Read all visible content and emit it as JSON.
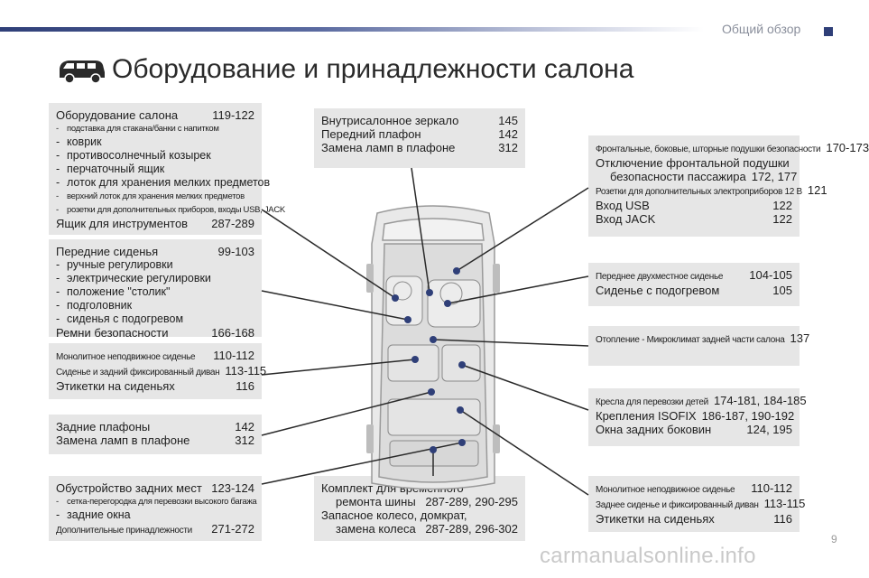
{
  "header": {
    "section": "Общий обзор",
    "title": "Оборудование и принадлежности салона"
  },
  "boxes": {
    "b1": [
      {
        "t": "Оборудование салона",
        "p": "119-122"
      },
      {
        "t": "подставка для стакана/банки с напитком",
        "p": "",
        "dash": true,
        "cond": true
      },
      {
        "t": "коврик",
        "p": "",
        "dash": true
      },
      {
        "t": "противосолнечный козырек",
        "p": "",
        "dash": true
      },
      {
        "t": "перчаточный ящик",
        "p": "",
        "dash": true
      },
      {
        "t": "лоток для хранения мелких предметов",
        "p": "",
        "dash": true,
        "small": true
      },
      {
        "t": "верхний лоток для хранения мелких предметов",
        "p": "",
        "dash": true,
        "cond": true
      },
      {
        "t": "розетки для дополнительных приборов, входы USB, JACK",
        "p": "",
        "dash": true,
        "cond": true
      },
      {
        "t": "Ящик для инструментов",
        "p": "287-289"
      }
    ],
    "b2": [
      {
        "t": "Передние сиденья",
        "p": "99-103"
      },
      {
        "t": "ручные регулировки",
        "p": "",
        "dash": true
      },
      {
        "t": "электрические регулировки",
        "p": "",
        "dash": true
      },
      {
        "t": "положение \"столик\"",
        "p": "",
        "dash": true
      },
      {
        "t": "подголовник",
        "p": "",
        "dash": true
      },
      {
        "t": "сиденья с подогревом",
        "p": "",
        "dash": true
      },
      {
        "t": "Ремни безопасности",
        "p": "166-168"
      }
    ],
    "b3": [
      {
        "t": "Монолитное неподвижное сиденье",
        "p": "110-112",
        "cond": true
      },
      {
        "t": "Сиденье и задний фиксированный диван",
        "p": "113-115",
        "cond": true
      },
      {
        "t": "Этикетки на сиденьях",
        "p": "116"
      }
    ],
    "b4": [
      {
        "t": "Задние плафоны",
        "p": "142"
      },
      {
        "t": "Замена ламп в плафоне",
        "p": "312"
      }
    ],
    "b5": [
      {
        "t": "Обустройство задних мест",
        "p": "123-124"
      },
      {
        "t": "сетка-перегородка для перевозки высокого багажа",
        "p": "",
        "dash": true,
        "cond": true
      },
      {
        "t": "задние окна",
        "p": "",
        "dash": true
      },
      {
        "t": "Дополнительные принадлежности",
        "p": "271-272",
        "cond": true
      }
    ],
    "b6": [
      {
        "t": "Внутрисалонное зеркало",
        "p": "145"
      },
      {
        "t": "Передний плафон",
        "p": "142"
      },
      {
        "t": "Замена ламп в плафоне",
        "p": "312"
      }
    ],
    "b7": [
      {
        "t": "Комплект для временного",
        "p": ""
      },
      {
        "t": "ремонта шины",
        "p": "287-289, 290-295",
        "indent": true
      },
      {
        "t": "Запасное колесо, домкрат,",
        "p": ""
      },
      {
        "t": "замена колеса",
        "p": "287-289, 296-302",
        "indent": true
      }
    ],
    "b8": [
      {
        "t": "Фронтальные, боковые, шторные подушки безопасности",
        "p": "170-173",
        "cond": true
      },
      {
        "t": "Отключение фронтальной подушки",
        "p": ""
      },
      {
        "t": "безопасности пассажира",
        "p": "172, 177",
        "indent": true
      },
      {
        "t": "Розетки для дополнительных электроприборов 12 В",
        "p": "121",
        "cond": true
      },
      {
        "t": "Вход USB",
        "p": "122"
      },
      {
        "t": "Вход JACK",
        "p": "122"
      }
    ],
    "b9": [
      {
        "t": "Переднее двухместное сиденье",
        "p": "104-105",
        "cond": true
      },
      {
        "t": "Сиденье с подогревом",
        "p": "105"
      }
    ],
    "b10": [
      {
        "t": "Отопление - Микроклимат задней части салона",
        "p": "137",
        "cond": true
      }
    ],
    "b11": [
      {
        "t": "Кресла для перевозки детей",
        "p": "174-181, 184-185",
        "cond": true
      },
      {
        "t": "Крепления ISOFIX",
        "p": "186-187, 190-192"
      },
      {
        "t": "Окна задних боковин",
        "p": "124, 195"
      }
    ],
    "b12": [
      {
        "t": "Монолитное неподвижное сиденье",
        "p": "110-112",
        "cond": true
      },
      {
        "t": "Заднее сиденье и фиксированный диван",
        "p": "113-115",
        "cond": true
      },
      {
        "t": "Этикетки на сиденьях",
        "p": "116"
      }
    ]
  },
  "footer": {
    "watermark": "carmanualsonline.info",
    "page": "9"
  },
  "colors": {
    "accent": "#2f3f78",
    "box_bg": "#e6e6e6",
    "marker": "#2f3f78"
  },
  "icons": [
    "van-icon"
  ]
}
